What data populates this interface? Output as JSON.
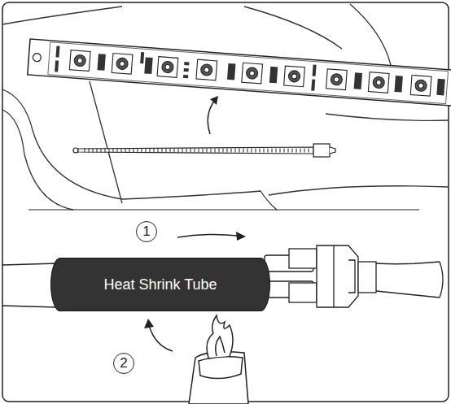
{
  "diagram": {
    "nodes": [
      {
        "text": [
          "1"
        ]
      },
      {
        "text": [
          "Heat Shrink Tube"
        ]
      },
      {
        "text": [
          "2"
        ]
      }
    ]
  }
}
